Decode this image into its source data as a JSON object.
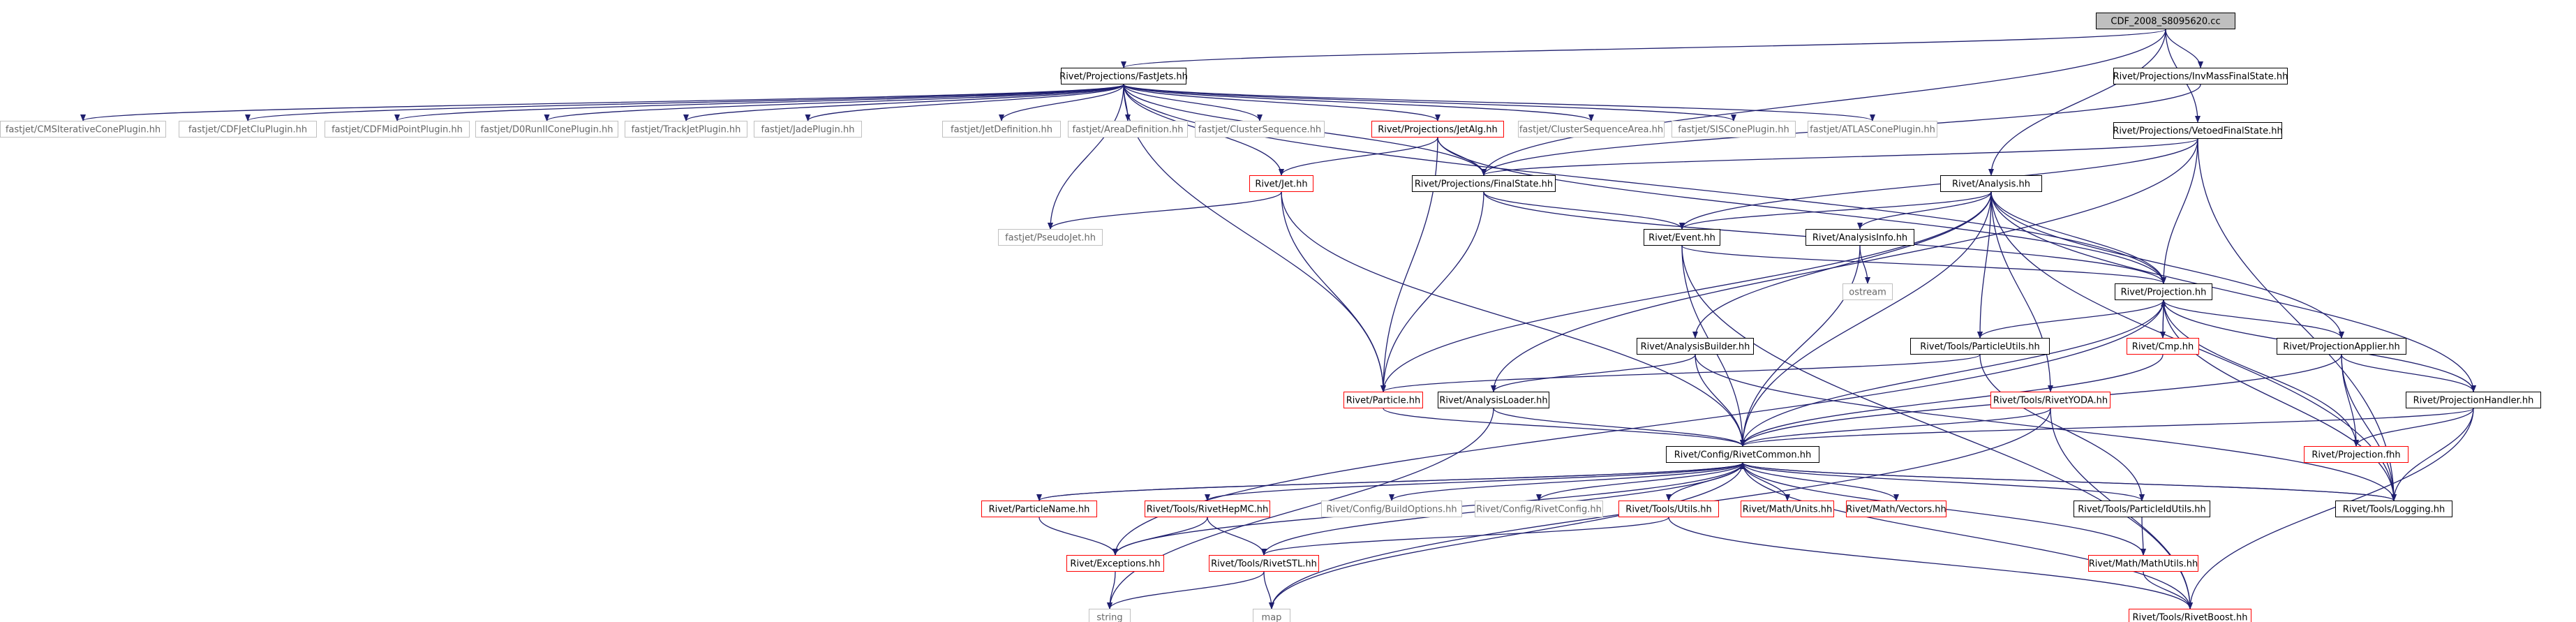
{
  "graph": {
    "colors": {
      "edge": "#1f1f6e",
      "node_border_default": "#000000",
      "node_border_external": "#c0c0c0",
      "node_border_incomplete": "#ff0000",
      "node_fill_root": "#bfbfbf",
      "node_fill": "#ffffff",
      "text": "#000000",
      "text_external": "#666666"
    },
    "nodes": [
      {
        "id": "root",
        "label": "CDF_2008_S8095620.cc",
        "kind": "root"
      },
      {
        "id": "fastjets",
        "label": "Rivet/Projections/FastJets.hh",
        "kind": "normal"
      },
      {
        "id": "invmass",
        "label": "Rivet/Projections/InvMassFinalState.hh",
        "kind": "normal"
      },
      {
        "id": "vetoed",
        "label": "Rivet/Projections/VetoedFinalState.hh",
        "kind": "normal"
      },
      {
        "id": "cmsitcone",
        "label": "fastjet/CMSIterativeConePlugin.hh",
        "kind": "external"
      },
      {
        "id": "cdfjetclu",
        "label": "fastjet/CDFJetCluPlugin.hh",
        "kind": "external"
      },
      {
        "id": "cdfmidpoint",
        "label": "fastjet/CDFMidPointPlugin.hh",
        "kind": "external"
      },
      {
        "id": "d0run",
        "label": "fastjet/D0RunIIConePlugin.hh",
        "kind": "external"
      },
      {
        "id": "trackjet",
        "label": "fastjet/TrackJetPlugin.hh",
        "kind": "external"
      },
      {
        "id": "jade",
        "label": "fastjet/JadePlugin.hh",
        "kind": "external"
      },
      {
        "id": "jetdef",
        "label": "fastjet/JetDefinition.hh",
        "kind": "external"
      },
      {
        "id": "areadef",
        "label": "fastjet/AreaDefinition.hh",
        "kind": "external"
      },
      {
        "id": "clusterseq",
        "label": "fastjet/ClusterSequence.hh",
        "kind": "external"
      },
      {
        "id": "jetalg",
        "label": "Rivet/Projections/JetAlg.hh",
        "kind": "incomplete"
      },
      {
        "id": "clusterseqarea",
        "label": "fastjet/ClusterSequenceArea.hh",
        "kind": "external"
      },
      {
        "id": "siscone",
        "label": "fastjet/SISConePlugin.hh",
        "kind": "external"
      },
      {
        "id": "atlascone",
        "label": "fastjet/ATLASConePlugin.hh",
        "kind": "external"
      },
      {
        "id": "jet",
        "label": "Rivet/Jet.hh",
        "kind": "incomplete"
      },
      {
        "id": "finalstate",
        "label": "Rivet/Projections/FinalState.hh",
        "kind": "normal"
      },
      {
        "id": "analysis",
        "label": "Rivet/Analysis.hh",
        "kind": "normal"
      },
      {
        "id": "pseudojet",
        "label": "fastjet/PseudoJet.hh",
        "kind": "external"
      },
      {
        "id": "event",
        "label": "Rivet/Event.hh",
        "kind": "normal"
      },
      {
        "id": "analysisinfo",
        "label": "Rivet/AnalysisInfo.hh",
        "kind": "normal"
      },
      {
        "id": "ostream",
        "label": "ostream",
        "kind": "external"
      },
      {
        "id": "projection",
        "label": "Rivet/Projection.hh",
        "kind": "normal"
      },
      {
        "id": "analysisbuilder",
        "label": "Rivet/AnalysisBuilder.hh",
        "kind": "normal"
      },
      {
        "id": "particleutils",
        "label": "Rivet/Tools/ParticleUtils.hh",
        "kind": "normal"
      },
      {
        "id": "cmp",
        "label": "Rivet/Cmp.hh",
        "kind": "incomplete"
      },
      {
        "id": "projapplier",
        "label": "Rivet/ProjectionApplier.hh",
        "kind": "normal"
      },
      {
        "id": "particle",
        "label": "Rivet/Particle.hh",
        "kind": "incomplete"
      },
      {
        "id": "analysisloader",
        "label": "Rivet/AnalysisLoader.hh",
        "kind": "normal"
      },
      {
        "id": "rivetyoda",
        "label": "Rivet/Tools/RivetYODA.hh",
        "kind": "incomplete"
      },
      {
        "id": "projhandler",
        "label": "Rivet/ProjectionHandler.hh",
        "kind": "normal"
      },
      {
        "id": "projectionfhh",
        "label": "Rivet/Projection.fhh",
        "kind": "incomplete"
      },
      {
        "id": "rivetcommon",
        "label": "Rivet/Config/RivetCommon.hh",
        "kind": "normal"
      },
      {
        "id": "particlename",
        "label": "Rivet/ParticleName.hh",
        "kind": "incomplete"
      },
      {
        "id": "rivethepmc",
        "label": "Rivet/Tools/RivetHepMC.hh",
        "kind": "incomplete"
      },
      {
        "id": "buildoptions",
        "label": "Rivet/Config/BuildOptions.hh",
        "kind": "external"
      },
      {
        "id": "rivetconfig",
        "label": "Rivet/Config/RivetConfig.hh",
        "kind": "external"
      },
      {
        "id": "toolsutils",
        "label": "Rivet/Tools/Utils.hh",
        "kind": "incomplete"
      },
      {
        "id": "mathunits",
        "label": "Rivet/Math/Units.hh",
        "kind": "incomplete"
      },
      {
        "id": "mathvectors",
        "label": "Rivet/Math/Vectors.hh",
        "kind": "incomplete"
      },
      {
        "id": "particleidutils",
        "label": "Rivet/Tools/ParticleIdUtils.hh",
        "kind": "normal"
      },
      {
        "id": "logging",
        "label": "Rivet/Tools/Logging.hh",
        "kind": "normal"
      },
      {
        "id": "exceptions",
        "label": "Rivet/Exceptions.hh",
        "kind": "incomplete"
      },
      {
        "id": "rivetstl",
        "label": "Rivet/Tools/RivetSTL.hh",
        "kind": "incomplete"
      },
      {
        "id": "mathutils",
        "label": "Rivet/Math/MathUtils.hh",
        "kind": "incomplete"
      },
      {
        "id": "string",
        "label": "string",
        "kind": "external"
      },
      {
        "id": "map",
        "label": "map",
        "kind": "external"
      },
      {
        "id": "rivetboost",
        "label": "Rivet/Tools/RivetBoost.hh",
        "kind": "incomplete"
      }
    ],
    "edges": [
      [
        "root",
        "fastjets"
      ],
      [
        "root",
        "invmass"
      ],
      [
        "root",
        "vetoed"
      ],
      [
        "root",
        "finalstate"
      ],
      [
        "root",
        "analysis"
      ],
      [
        "fastjets",
        "cmsitcone"
      ],
      [
        "fastjets",
        "cdfjetclu"
      ],
      [
        "fastjets",
        "cdfmidpoint"
      ],
      [
        "fastjets",
        "d0run"
      ],
      [
        "fastjets",
        "trackjet"
      ],
      [
        "fastjets",
        "jade"
      ],
      [
        "fastjets",
        "jetdef"
      ],
      [
        "fastjets",
        "areadef"
      ],
      [
        "fastjets",
        "clusterseq"
      ],
      [
        "fastjets",
        "jetalg"
      ],
      [
        "fastjets",
        "clusterseqarea"
      ],
      [
        "fastjets",
        "siscone"
      ],
      [
        "fastjets",
        "atlascone"
      ],
      [
        "fastjets",
        "jet"
      ],
      [
        "fastjets",
        "pseudojet"
      ],
      [
        "fastjets",
        "particle"
      ],
      [
        "fastjets",
        "finalstate"
      ],
      [
        "fastjets",
        "projection"
      ],
      [
        "invmass",
        "finalstate"
      ],
      [
        "vetoed",
        "finalstate"
      ],
      [
        "vetoed",
        "projection"
      ],
      [
        "vetoed",
        "analysisloader"
      ],
      [
        "vetoed",
        "logging"
      ],
      [
        "vetoed",
        "event"
      ],
      [
        "jetalg",
        "jet"
      ],
      [
        "jetalg",
        "particle"
      ],
      [
        "jetalg",
        "finalstate"
      ],
      [
        "jetalg",
        "projection"
      ],
      [
        "jet",
        "pseudojet"
      ],
      [
        "jet",
        "particle"
      ],
      [
        "jet",
        "rivetcommon"
      ],
      [
        "finalstate",
        "event"
      ],
      [
        "finalstate",
        "particle"
      ],
      [
        "finalstate",
        "projection"
      ],
      [
        "analysis",
        "event"
      ],
      [
        "analysis",
        "analysisinfo"
      ],
      [
        "analysis",
        "projection"
      ],
      [
        "analysis",
        "analysisbuilder"
      ],
      [
        "analysis",
        "particleutils"
      ],
      [
        "analysis",
        "rivetyoda"
      ],
      [
        "analysis",
        "projapplier"
      ],
      [
        "analysis",
        "projhandler"
      ],
      [
        "analysis",
        "rivetcommon"
      ],
      [
        "analysis",
        "logging"
      ],
      [
        "analysis",
        "particle"
      ],
      [
        "event",
        "projection"
      ],
      [
        "event",
        "rivetcommon"
      ],
      [
        "event",
        "rivetboost"
      ],
      [
        "analysisinfo",
        "ostream"
      ],
      [
        "analysisinfo",
        "rivetcommon"
      ],
      [
        "projection",
        "particleutils"
      ],
      [
        "projection",
        "cmp"
      ],
      [
        "projection",
        "projapplier"
      ],
      [
        "projection",
        "projhandler"
      ],
      [
        "projection",
        "projectionfhh"
      ],
      [
        "projection",
        "rivetcommon"
      ],
      [
        "projection",
        "logging"
      ],
      [
        "projection",
        "exceptions"
      ],
      [
        "analysisbuilder",
        "analysisloader"
      ],
      [
        "analysisbuilder",
        "rivetcommon"
      ],
      [
        "analysisbuilder",
        "logging"
      ],
      [
        "particleutils",
        "particle"
      ],
      [
        "particleutils",
        "particleidutils"
      ],
      [
        "cmp",
        "projection"
      ],
      [
        "cmp",
        "rivetcommon"
      ],
      [
        "projapplier",
        "projhandler"
      ],
      [
        "projapplier",
        "projectionfhh"
      ],
      [
        "projapplier",
        "logging"
      ],
      [
        "projapplier",
        "rivetcommon"
      ],
      [
        "particle",
        "rivetcommon"
      ],
      [
        "analysisloader",
        "rivetcommon"
      ],
      [
        "analysisloader",
        "string"
      ],
      [
        "rivetyoda",
        "rivetcommon"
      ],
      [
        "rivetyoda",
        "map"
      ],
      [
        "rivetyoda",
        "rivetboost"
      ],
      [
        "projhandler",
        "rivetcommon"
      ],
      [
        "projhandler",
        "logging"
      ],
      [
        "projhandler",
        "projectionfhh"
      ],
      [
        "projhandler",
        "rivetboost"
      ],
      [
        "rivetcommon",
        "particlename"
      ],
      [
        "rivetcommon",
        "rivethepmc"
      ],
      [
        "rivetcommon",
        "buildoptions"
      ],
      [
        "rivetcommon",
        "rivetconfig"
      ],
      [
        "rivetcommon",
        "toolsutils"
      ],
      [
        "rivetcommon",
        "mathunits"
      ],
      [
        "rivetcommon",
        "mathvectors"
      ],
      [
        "rivetcommon",
        "particleidutils"
      ],
      [
        "rivetcommon",
        "logging"
      ],
      [
        "rivetcommon",
        "exceptions"
      ],
      [
        "rivetcommon",
        "rivetstl"
      ],
      [
        "rivetcommon",
        "mathutils"
      ],
      [
        "rivetcommon",
        "rivetboost"
      ],
      [
        "rivetcommon",
        "map"
      ],
      [
        "logging",
        "rivetcommon"
      ],
      [
        "particlename",
        "rivetcommon"
      ],
      [
        "particlename",
        "exceptions"
      ],
      [
        "rivethepmc",
        "exceptions"
      ],
      [
        "rivethepmc",
        "rivetstl"
      ],
      [
        "toolsutils",
        "rivetstl"
      ],
      [
        "toolsutils",
        "rivetboost"
      ],
      [
        "particleidutils",
        "mathutils"
      ],
      [
        "exceptions",
        "string"
      ],
      [
        "rivetstl",
        "string"
      ],
      [
        "rivetstl",
        "map"
      ],
      [
        "mathutils",
        "rivetboost"
      ]
    ]
  }
}
